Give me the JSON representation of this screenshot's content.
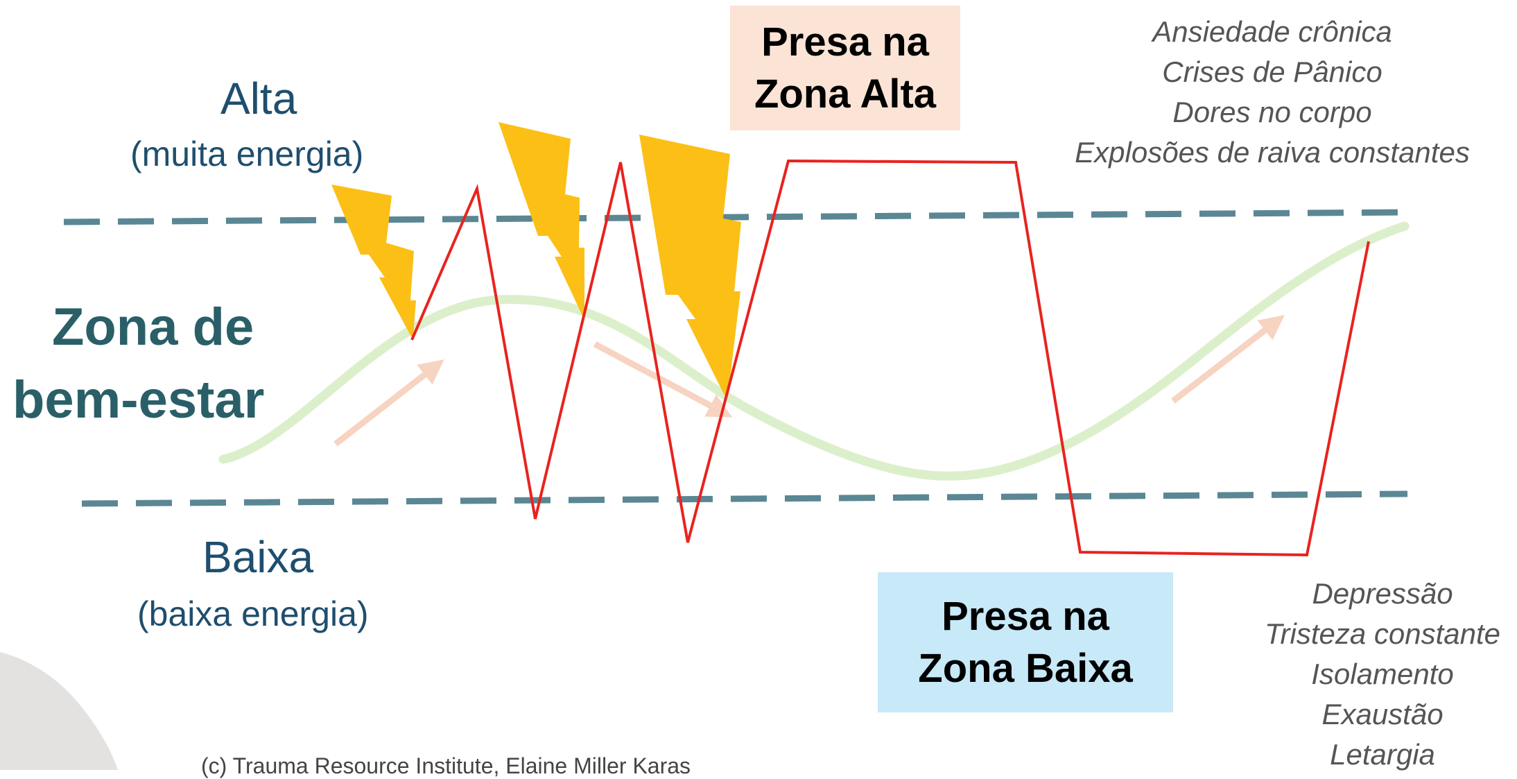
{
  "levels": {
    "high": {
      "title": "Alta",
      "subtitle": "(muita energia)"
    },
    "low": {
      "title": "Baixa",
      "subtitle": "(baixa energia)"
    }
  },
  "zone": {
    "line1": "Zona de",
    "line2": "bem-estar"
  },
  "boxes": {
    "stuck_high": {
      "line1": "Presa na",
      "line2": "Zona Alta",
      "color": "#fbe3d6"
    },
    "stuck_low": {
      "line1": "Presa na",
      "line2": "Zona Baixa",
      "color": "#c7e9f8"
    }
  },
  "symptoms_high": [
    "Ansiedade crônica",
    "Crises de Pânico",
    "Dores no corpo",
    "Explosões de raiva constantes"
  ],
  "symptoms_low": [
    "Depressão",
    "Tristeza constante",
    "Isolamento",
    "Exaustão",
    "Letargia"
  ],
  "copyright": "(c) Trauma Resource Institute, Elaine Miller Karas",
  "colors": {
    "threshold_line": "#5a8793",
    "zigzag": "#e8231f",
    "wellbeing_curve": "#dcefcb",
    "arrow": "#f7d3c1",
    "lightning": "#fbbf16",
    "label_blue": "#1f4e6e",
    "zone_text": "#2a5f68",
    "symptom_text": "#555555"
  },
  "icons": [
    "lightning-bolt-icon",
    "arrow-icon"
  ]
}
